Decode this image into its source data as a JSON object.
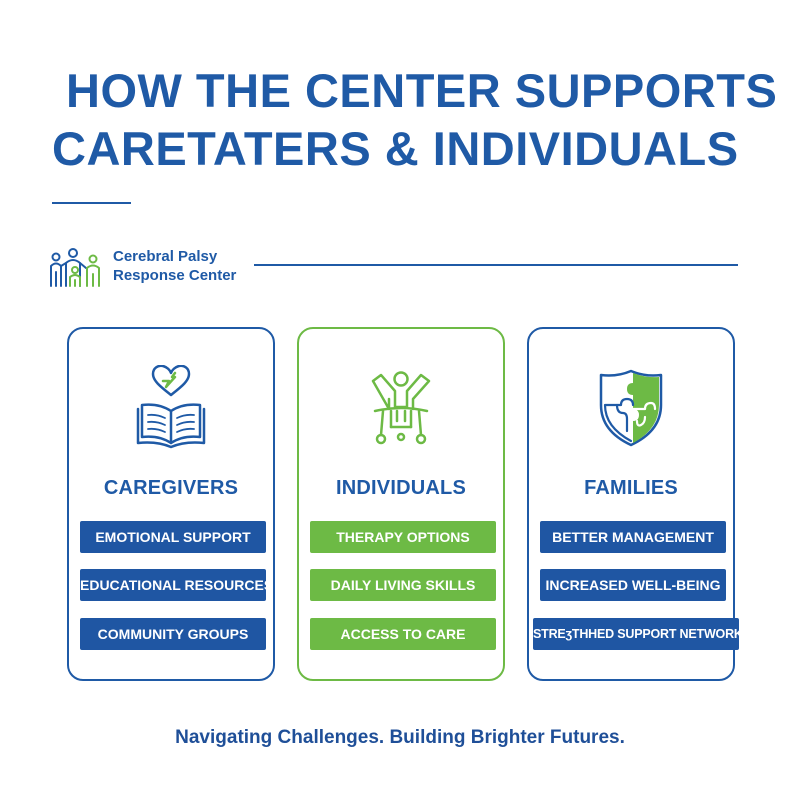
{
  "page": {
    "title_line1": "HOW THE CENTER SUPPORTS",
    "title_line2": "CARETATERS & INDIVIDUALS",
    "brand_line1": "Cerebral Palsy",
    "brand_line2": "Response Center",
    "tagline": "Navigating Challenges. Building Brighter Futures."
  },
  "colors": {
    "primary_blue": "#1f5aa6",
    "accent_green": "#6dba45"
  },
  "cards": [
    {
      "title": "CAREGIVERS",
      "icon": "book-with-heart-icon",
      "items": [
        "EMOTIONAL SUPPORT",
        "EDUCATIONAL RESOURCES",
        "COMMUNITY GROUPS"
      ]
    },
    {
      "title": "INDIVIDUALS",
      "icon": "person-in-walker-icon",
      "items": [
        "THERAPY OPTIONS",
        "DAILY LIVING SKILLS",
        "ACCESS TO CARE"
      ]
    },
    {
      "title": "FAMILIES",
      "icon": "puzzle-shield-icon",
      "items": [
        "BETTER MANAGEMENT",
        "INCREASED WELL-BEING",
        "STREʒTHHED SUPPORT NETWORK"
      ]
    }
  ]
}
